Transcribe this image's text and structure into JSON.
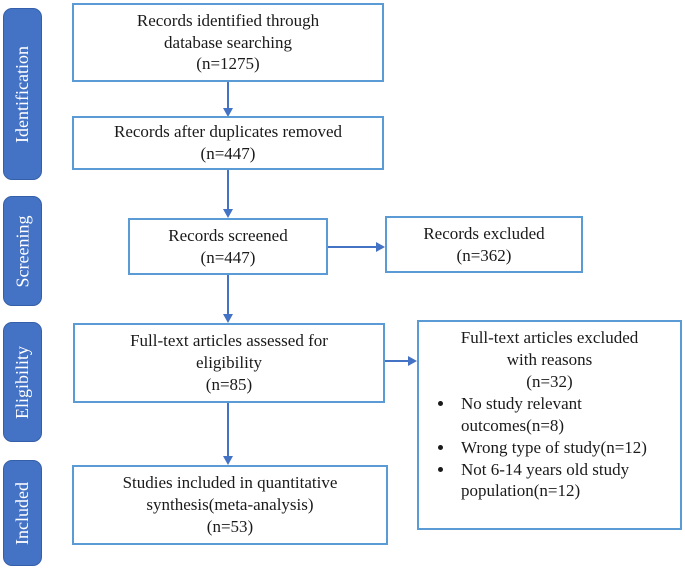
{
  "colors": {
    "stage_fill": "#4472C4",
    "stage_border": "#355FA8",
    "box_border": "#5B9BD5",
    "arrow": "#4472C4",
    "text": "#1A1A1A"
  },
  "stages": [
    {
      "label": "Identification"
    },
    {
      "label": "Screening"
    },
    {
      "label": "Eligibility"
    },
    {
      "label": "Included"
    }
  ],
  "boxes": {
    "records_identified": {
      "text": "Records identified through\ndatabase searching\n(n=1275)"
    },
    "records_after_duplicates": {
      "text": "Records after duplicates removed\n(n=447)"
    },
    "records_screened": {
      "text": "Records screened\n(n=447)"
    },
    "records_excluded": {
      "text": "Records excluded\n(n=362)"
    },
    "full_text_assessed": {
      "text": "Full-text articles assessed for\neligibility\n(n=85)"
    },
    "full_text_excluded": {
      "title": "Full-text articles excluded\nwith reasons\n(n=32)",
      "reasons": [
        "No study relevant outcomes(n=8)",
        "Wrong type of study(n=12)",
        "Not 6-14 years old study population(n=12)"
      ]
    },
    "studies_included": {
      "text": "Studies included in quantitative\nsynthesis(meta-analysis)\n(n=53)"
    }
  }
}
